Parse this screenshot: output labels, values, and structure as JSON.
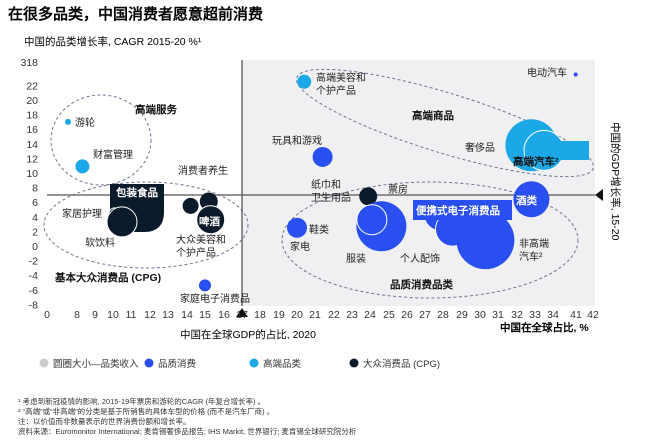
{
  "title": "在很多品类，中国消费者愿意超前消费",
  "chart_data": {
    "type": "scatter",
    "subtitle": "中国的品类增长率, CAGR 2015-20 %¹",
    "xlabel": "中国在全球占比, %",
    "xlabel_secondary": "中国在全球GDP的占比, 2020",
    "ylabel": "中国的GDP增长率, 15-20",
    "x_ticks": [
      0,
      8,
      9,
      10,
      11,
      12,
      13,
      14,
      15,
      16,
      17,
      18,
      19,
      20,
      21,
      22,
      23,
      24,
      25,
      26,
      27,
      28,
      29,
      30,
      31,
      32,
      33,
      34,
      41,
      42
    ],
    "y_ticks": [
      318,
      22,
      20,
      18,
      16,
      14,
      12,
      10,
      8,
      6,
      4,
      2,
      0,
      -2,
      -4,
      -6,
      -8
    ],
    "reference_lines": {
      "x": 17,
      "y": 7
    },
    "groups": {
      "premium_services": "高端服务",
      "premium_goods": "高端商品",
      "cpg": "基本大众消费品 (CPG)",
      "quality": "品质消费品类"
    },
    "points": [
      {
        "label": "游轮",
        "x": 5.6,
        "y": 17,
        "size": 3,
        "series": "premium"
      },
      {
        "label": "财富管理",
        "x": 8.3,
        "y": 10.9,
        "size": 7,
        "series": "premium"
      },
      {
        "label": "包装食品",
        "x": 11.3,
        "y": 5.3,
        "size": 27,
        "series": "cpg"
      },
      {
        "label": "家居护理",
        "x": 10.1,
        "y": 4.4,
        "size": 6,
        "series": "cpg"
      },
      {
        "label": "软饮料",
        "x": 10.5,
        "y": 3.3,
        "size": 15,
        "series": "cpg"
      },
      {
        "label": "消费者养生",
        "x": 15.2,
        "y": 6.1,
        "size": 9,
        "series": "cpg"
      },
      {
        "label": "大众美容和个护产品",
        "x": 14.2,
        "y": 5.5,
        "size": 8,
        "series": "cpg"
      },
      {
        "label": "啤酒",
        "x": 15.3,
        "y": 3.6,
        "size": 14,
        "series": "cpg"
      },
      {
        "label": "家庭电子消费品",
        "x": 15.0,
        "y": -5.4,
        "size": 6,
        "series": "quality"
      },
      {
        "label": "高端美容和个护产品",
        "x": 20.4,
        "y": 22.5,
        "size": 7,
        "series": "premium"
      },
      {
        "label": "玩具和游戏",
        "x": 21.4,
        "y": 12.2,
        "size": 10,
        "series": "quality"
      },
      {
        "label": "电动汽车",
        "x": 40.9,
        "y": 23.5,
        "size": 2,
        "series": "quality"
      },
      {
        "label": "奢侈品",
        "x": 32.8,
        "y": 13.8,
        "size": 26,
        "series": "premium"
      },
      {
        "label": "高端汽车²",
        "x": 33.5,
        "y": 13.1,
        "size": 20,
        "series": "premium"
      },
      {
        "label": "酒类",
        "x": 32.8,
        "y": 6.4,
        "size": 18,
        "series": "quality"
      },
      {
        "label": "票房",
        "x": 23.9,
        "y": 6.8,
        "size": 9,
        "series": "cpg"
      },
      {
        "label": "纸巾和卫生用品",
        "x": 23.9,
        "y": 6.8,
        "size": 0,
        "series": "cpg"
      },
      {
        "label": "鞋类",
        "x": 20.0,
        "y": 2.5,
        "size": 10,
        "series": "quality"
      },
      {
        "label": "服装",
        "x": 24.6,
        "y": 2.7,
        "size": 25,
        "series": "quality"
      },
      {
        "label": "家电",
        "x": 24.1,
        "y": 3.6,
        "size": 15,
        "series": "quality"
      },
      {
        "label": "便携式电子消费品",
        "x": 27.8,
        "y": 4.2,
        "size": 15,
        "series": "quality"
      },
      {
        "label": "个人配饰",
        "x": 28.5,
        "y": 2.3,
        "size": 17,
        "series": "quality"
      },
      {
        "label": "非高端汽车²",
        "x": 30.3,
        "y": 0.8,
        "size": 29,
        "series": "quality"
      }
    ],
    "legend": [
      {
        "label": "圆圈大小—品类收入",
        "color": "#cccccc"
      },
      {
        "label": "品质消费",
        "color": "#2a4ff0"
      },
      {
        "label": "高端品类",
        "color": "#1aa8e6"
      },
      {
        "label": "大众消费品 (CPG)",
        "color": "#0b1a2a"
      }
    ],
    "colors": {
      "quality": "#2a4ff0",
      "premium": "#1aa8e6",
      "cpg": "#0b1a2a"
    }
  },
  "footnotes": [
    "¹ 考虑到新冠疫情的影响, 2015-19年票房和游轮的CAGR (年复合增长率) 。",
    "² “高端”或“非高端”的分类是基于所销售的具体车型的价格 (而不是汽车厂商) 。",
    "注：以价值而非数量表示的世界消费份额和增长率。",
    "资料来源：Euromonitor International; 麦肯锡奢侈品报告; IHS Markit; 世界银行; 麦肯锡全球研究院分析"
  ]
}
